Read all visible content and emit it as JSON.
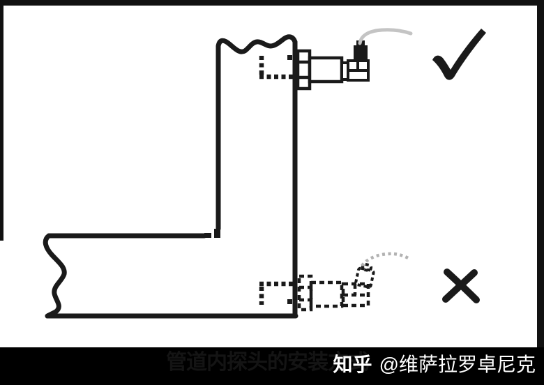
{
  "footer": {
    "caption": "管道内探头的安装方式",
    "watermark_site": "知乎",
    "watermark_handle": "@维萨拉罗卓尼克"
  },
  "icons": {
    "correct": "checkmark-icon",
    "incorrect": "x-mark-icon"
  },
  "colors": {
    "line": "#1a1a1a",
    "cable_gray": "#c4c4c4",
    "dotted_cable_gray": "#b2b2b2",
    "frame_border": "#111111",
    "bar_background": "#000000",
    "watermark_text": "#ffffff",
    "caption_text": "#141414",
    "background": "#ffffff"
  }
}
